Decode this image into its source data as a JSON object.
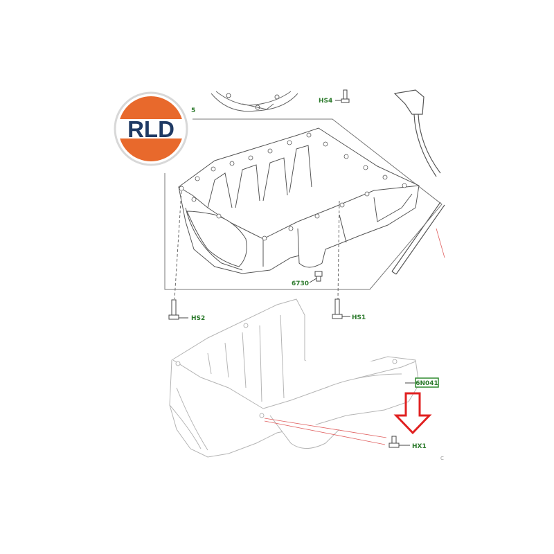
{
  "logo": {
    "text": "RLD",
    "colors": {
      "orange": "#e8692c",
      "navy": "#1f3a64",
      "ring": "#d8d8d8"
    }
  },
  "callouts": {
    "ref_5": "5",
    "hs4": "HS4",
    "ref_6730": "6730",
    "hs2": "HS2",
    "hs1": "HS1",
    "ref_6n041": "6N041",
    "hx1": "HX1",
    "edge_mark": "C"
  },
  "colors": {
    "callout_green": "#2c7a2c",
    "highlight_green": "#2f8a2f",
    "arrow_red": "#e02020",
    "leader_red": "#e06060",
    "line_grey": "#8a8a8a",
    "outline": "#555555"
  }
}
